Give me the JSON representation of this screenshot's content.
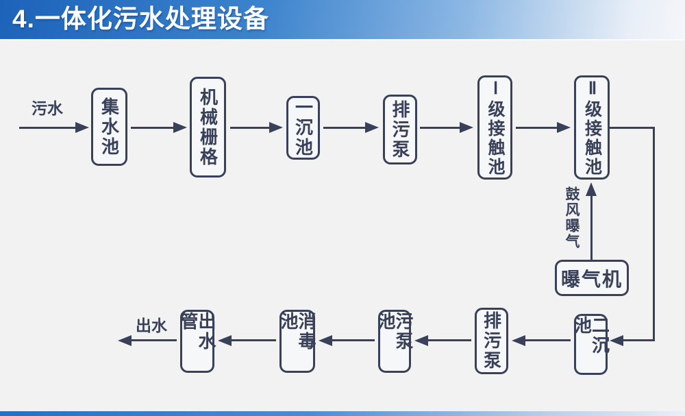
{
  "header": {
    "title": "4.一体化污水处理设备"
  },
  "diagram": {
    "inflow_label": "污水",
    "outflow_label": "出水",
    "aeration_label": "鼓风曝气",
    "nodes": [
      {
        "id": "collecting-tank",
        "label": "集水池"
      },
      {
        "id": "mechanical-grid",
        "label": "机械栅格"
      },
      {
        "id": "primary-sedimentation-tank",
        "label": "一沉池"
      },
      {
        "id": "sewage-pump-top",
        "label": "排污泵"
      },
      {
        "id": "stage1-contact-tank",
        "label": "Ⅰ级接触池"
      },
      {
        "id": "stage2-contact-tank",
        "label": "Ⅱ级接触池"
      },
      {
        "id": "aerator",
        "label": "曝气机"
      },
      {
        "id": "secondary-sedimentation-tank",
        "label": "二沉池"
      },
      {
        "id": "sewage-pump-bottom",
        "label": "排污泵"
      },
      {
        "id": "sludge-pump-tank",
        "label": "污泵池"
      },
      {
        "id": "disinfection-tank",
        "label": "消毒池"
      },
      {
        "id": "outlet-pipe",
        "label": "出水管"
      }
    ],
    "colors": {
      "line_and_text": "#39415a",
      "header_blue": "#1c63ba",
      "footer_blue": "#2371c4",
      "background": "#f2f2f3",
      "node_fill": "#f6f7f8",
      "title_text": "#ffffff"
    }
  }
}
